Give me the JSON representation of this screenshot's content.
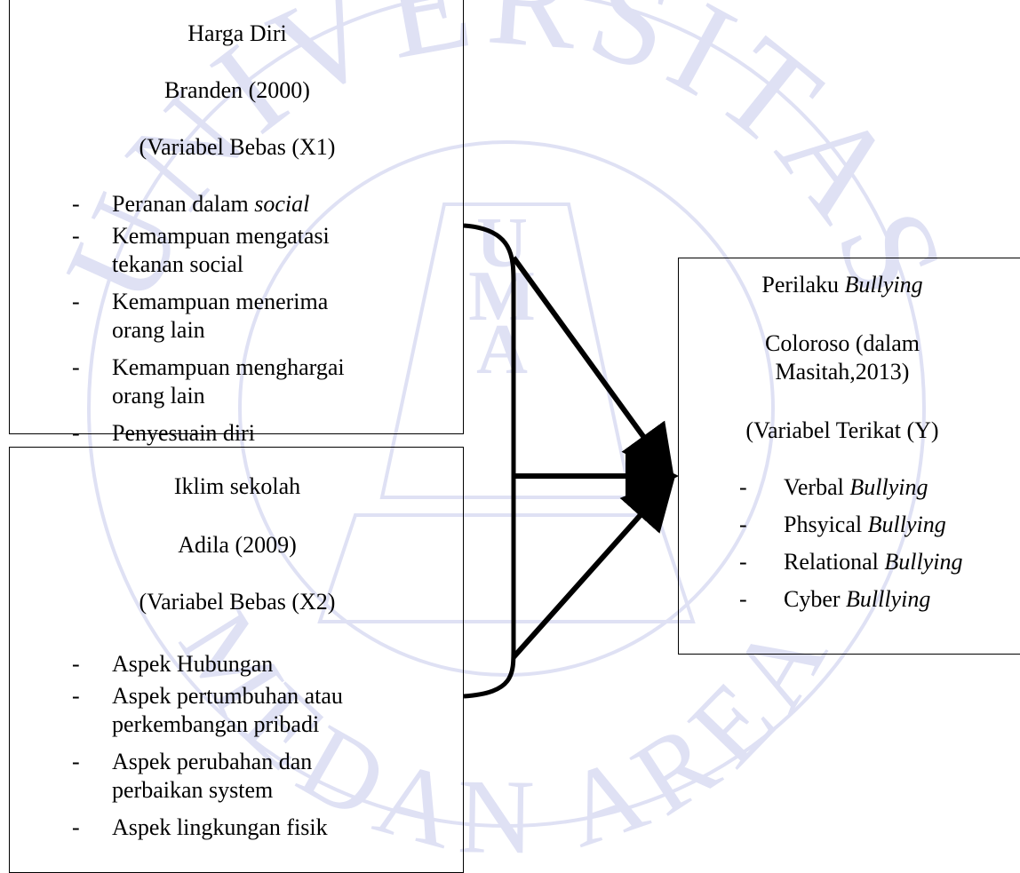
{
  "watermark": {
    "arc_text_top": "UNIVERSITAS",
    "arc_text_bottom": "MEDAN AREA",
    "center_letters": [
      "U",
      "M",
      "A"
    ],
    "color": "#d9dcf2"
  },
  "x1": {
    "title": "Harga Diri",
    "source": "Branden (2000)",
    "variable": "(Variabel Bebas (X1)",
    "items": [
      {
        "lines": [
          "Peranan dalam "
        ],
        "italic": "social"
      },
      {
        "lines": [
          "Kemampuan mengatasi",
          "tekanan social"
        ]
      },
      {
        "lines": [
          "Kemampuan menerima",
          "orang lain"
        ]
      },
      {
        "lines": [
          "Kemampuan menghargai",
          "orang lain"
        ]
      },
      {
        "lines": [
          "Penyesuain diri"
        ]
      }
    ]
  },
  "x2": {
    "title": "Iklim sekolah",
    "source": "Adila (2009)",
    "variable": "(Variabel Bebas (X2)",
    "items": [
      {
        "lines": [
          "Aspek Hubungan"
        ]
      },
      {
        "lines": [
          "Aspek pertumbuhan atau",
          "perkembangan pribadi"
        ]
      },
      {
        "lines": [
          "Aspek perubahan dan",
          "perbaikan system"
        ]
      },
      {
        "lines": [
          "Aspek lingkungan fisik"
        ]
      }
    ]
  },
  "y": {
    "title_plain": "Perilaku ",
    "title_italic": "Bullying",
    "source_line1": "Coloroso (dalam",
    "source_line2": "Masitah,2013)",
    "variable": "(Variabel Terikat (Y)",
    "items": [
      {
        "plain": "Verbal ",
        "italic": "Bullying"
      },
      {
        "plain": "Phsyical ",
        "italic": "Bullying"
      },
      {
        "plain": "Relational ",
        "italic": "Bullying"
      },
      {
        "plain": "Cyber ",
        "italic": "Bulllying"
      }
    ]
  },
  "dash_symbol": "-"
}
